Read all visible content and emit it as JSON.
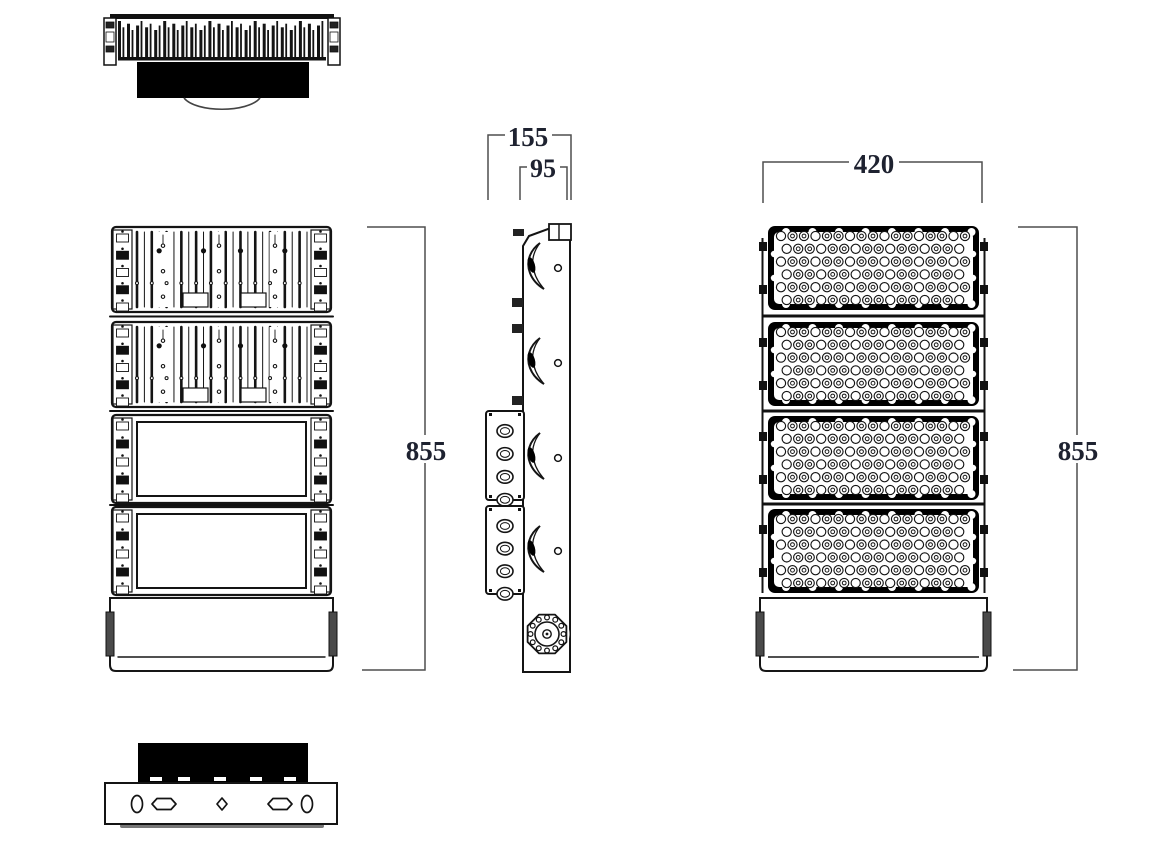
{
  "drawing": {
    "kind": "orthographic-technical-drawing",
    "subject": "LED flood light fixture - five views",
    "background": "#ffffff"
  },
  "dimensions": {
    "overall_depth": "155",
    "body_depth": "95",
    "overall_width": "420",
    "overall_height_rear": "855",
    "overall_height_front": "855"
  },
  "style": {
    "line_color": "#141414",
    "mid_gray": "#8a8a8a",
    "dim_line_color": "#4f4f4f",
    "dim_text_color": "#1e2230",
    "fill_black": "#000000"
  },
  "pattern": {
    "top_fin_count": 46,
    "rear_heatsink_modules": 2,
    "rear_blank_modules": 2,
    "rear_fin_lines": 24,
    "front_led_modules": 4,
    "led_rows": 6,
    "led_cols": 17,
    "side_boxes": 2,
    "side_box_holes": 4,
    "side_handles": 4,
    "knob_teeth": 12,
    "frame_scallops": 8
  }
}
